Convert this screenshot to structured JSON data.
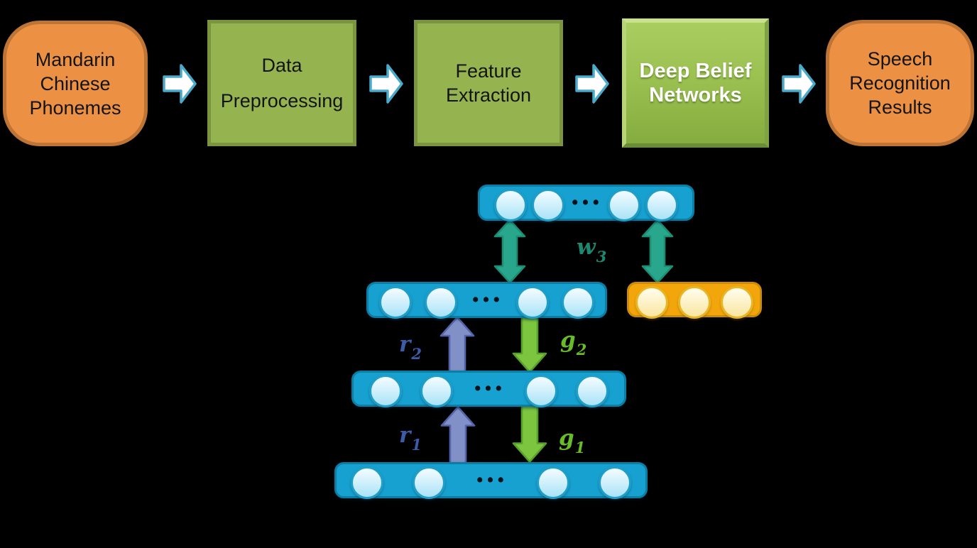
{
  "colors": {
    "background": "#000000",
    "orange_box_fill": "#EC9144",
    "orange_box_border": "#BD7434",
    "green_box_fill": "#95B44F",
    "green_box_border": "#7A9440",
    "dbn_box_light": "#AACD60",
    "dbn_box_mid": "#9BC151",
    "dbn_box_dark": "#85AC3F",
    "dbn_bevel_light": "#C9E08F",
    "dbn_bevel_light2": "#B7D476",
    "dbn_bevel_dark": "#6A8C39",
    "dbn_bevel_dark2": "#7FA243",
    "flow_arrow_fill": "#FFFFFF",
    "flow_arrow_stroke": "#4AAAC9",
    "bar_fill": "#17A1D0",
    "bar_border": "#0D7EA3",
    "node_light": "#EDFAFF",
    "node_dark": "#A9E3F7",
    "node_border": "#1F9FC7",
    "label_bar_fill": "#F2A60C",
    "label_bar_border": "#CE8B06",
    "label_node_light": "#FFFBE6",
    "label_node_dark": "#F9E69F",
    "label_node_border": "#E9B525",
    "teal_arrow_fill": "#29A78C",
    "teal_arrow_stroke": "#1E8E73",
    "purple_arrow_fill": "#8191C7",
    "purple_arrow_stroke": "#5565AB",
    "green_arrow_fill": "#7CC53F",
    "green_arrow_stroke": "#58A02B",
    "w_label_color": "#1D8870",
    "r_label_color": "#3D5CA8",
    "g_label_color": "#67BC28"
  },
  "flowchart": {
    "boxes": [
      {
        "lines": [
          "Mandarin",
          "Chinese",
          "Phonemes"
        ]
      },
      {
        "lines": [
          "Data",
          "Preprocessing"
        ]
      },
      {
        "lines": [
          "Feature",
          "Extraction"
        ]
      },
      {
        "lines": [
          "Deep Belief",
          "Networks"
        ]
      },
      {
        "lines": [
          "Speech",
          "Recognition",
          "Results"
        ]
      }
    ]
  },
  "dbn": {
    "weight_label": {
      "base": "w",
      "sub": "3"
    },
    "recognition_label_2": {
      "base": "r",
      "sub": "2"
    },
    "recognition_label_1": {
      "base": "r",
      "sub": "1"
    },
    "generative_label_2": {
      "base": "g",
      "sub": "2"
    },
    "generative_label_1": {
      "base": "g",
      "sub": "1"
    },
    "layers": {
      "top_hidden": {
        "kind": "blue",
        "circles_before": 2,
        "ellipsis": "•••",
        "circles_after": 2
      },
      "hidden2": {
        "kind": "blue",
        "circles_before": 2,
        "ellipsis": "•••",
        "circles_after": 2
      },
      "label_layer": {
        "kind": "yellow",
        "circles_before": 3,
        "ellipsis": "",
        "circles_after": 0
      },
      "hidden1": {
        "kind": "blue",
        "circles_before": 2,
        "ellipsis": "•••",
        "circles_after": 2
      },
      "visible": {
        "kind": "blue",
        "circles_before": 2,
        "ellipsis": "•••",
        "circles_after": 2
      }
    }
  }
}
